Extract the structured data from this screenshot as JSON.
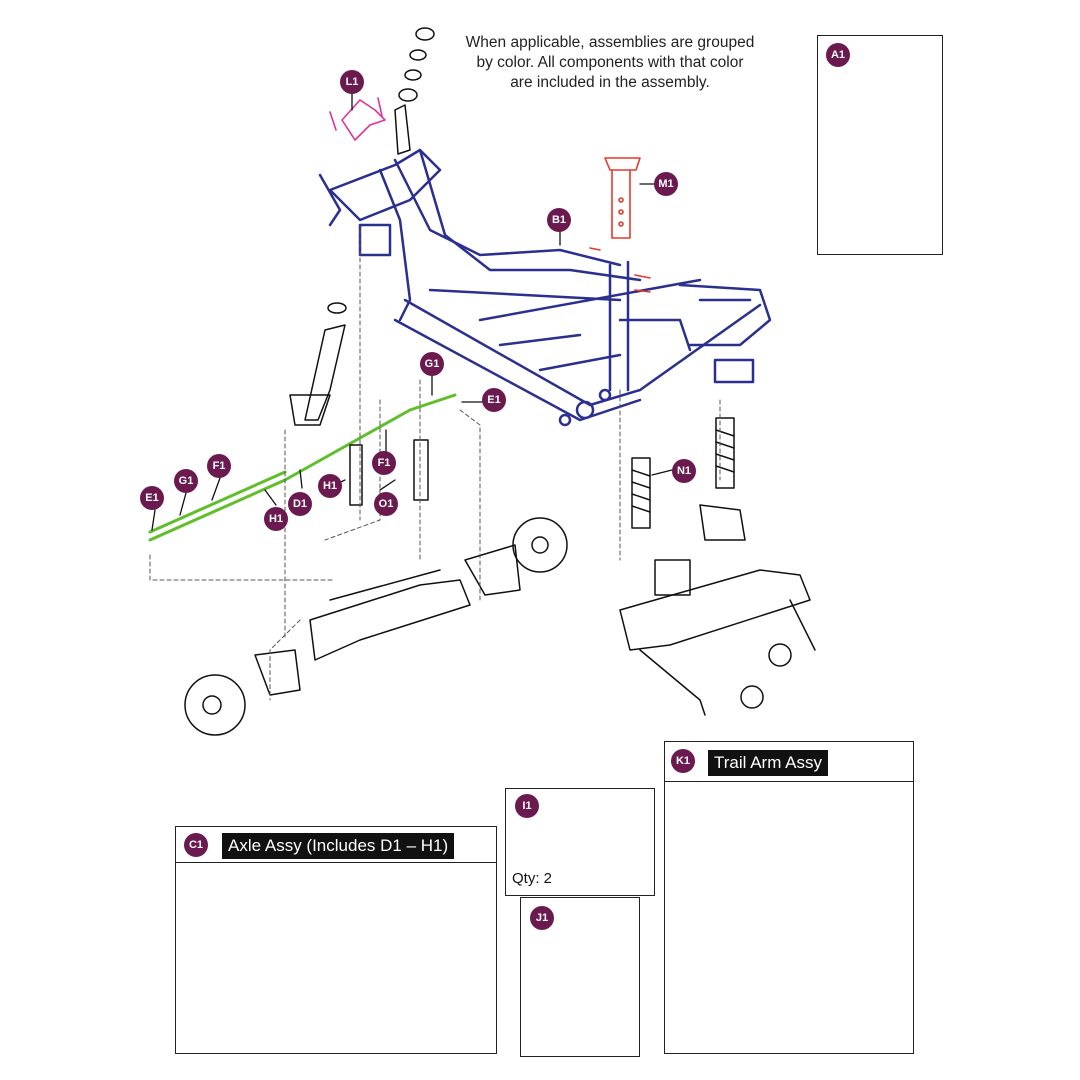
{
  "note": {
    "line1": "When applicable, assemblies are grouped",
    "line2": "by color. All components with that color",
    "line3": "are included in the assembly."
  },
  "callouts": {
    "L1": "L1",
    "M1": "M1",
    "B1": "B1",
    "A1": "A1",
    "G1": "G1",
    "E1": "E1",
    "F1": "F1",
    "H1": "H1",
    "D1": "D1",
    "O1": "O1",
    "N1": "N1",
    "K1": "K1",
    "I1": "I1",
    "J1": "J1",
    "C1": "C1"
  },
  "panels": {
    "C1": {
      "title": "Axle Assy (Includes D1 – H1)"
    },
    "K1": {
      "title": "Trail Arm Assy"
    },
    "I1": {
      "qty": "Qty: 2"
    }
  },
  "colors": {
    "frame": "#2b2f8f",
    "pink": "#e0339a",
    "red": "#e8392a",
    "green": "#5fbf2a",
    "callout": "#6b1a4f",
    "text": "#222222"
  }
}
